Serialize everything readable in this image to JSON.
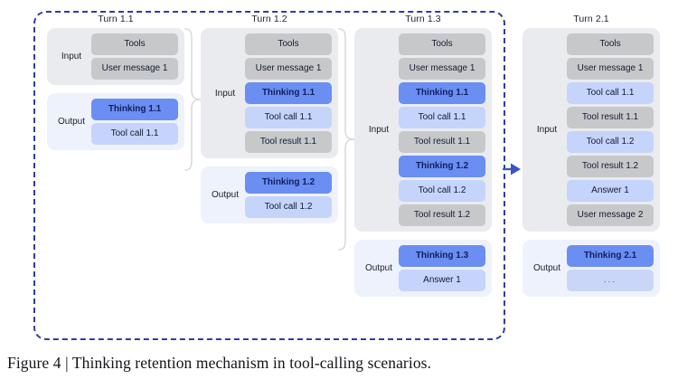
{
  "figure": {
    "caption": "Figure 4 | Thinking retention mechanism in tool-calling scenarios.",
    "session_boundary": {
      "style": "dashed",
      "color": "#2b3e9e"
    },
    "colors": {
      "tool_chip": "#c6c8ca",
      "thinking_chip": "#6a8ef2",
      "call_chip": "#c5d4fb",
      "answer_chip": "#c5d4fb",
      "input_group_bg": "#e9ebef",
      "output_group_bg": "#eef2fd",
      "boundary": "#2b3e9e",
      "brace": "#d8dade",
      "arrow": "#3b53c4",
      "text": "#141b33"
    }
  },
  "turns": [
    {
      "title": "Turn 1.1",
      "inside_boundary": true,
      "groups": [
        {
          "label": "Input",
          "kind": "input",
          "chips": [
            {
              "text": "Tools",
              "kind": "tool"
            },
            {
              "text": "User message 1",
              "kind": "tool"
            }
          ]
        },
        {
          "label": "Output",
          "kind": "output",
          "chips": [
            {
              "text": "Thinking 1.1",
              "kind": "thinking"
            },
            {
              "text": "Tool call 1.1",
              "kind": "call"
            }
          ]
        }
      ]
    },
    {
      "title": "Turn 1.2",
      "inside_boundary": true,
      "groups": [
        {
          "label": "Input",
          "kind": "input",
          "chips": [
            {
              "text": "Tools",
              "kind": "tool"
            },
            {
              "text": "User message 1",
              "kind": "tool"
            },
            {
              "text": "Thinking 1.1",
              "kind": "thinking"
            },
            {
              "text": "Tool call 1.1",
              "kind": "call"
            },
            {
              "text": "Tool result 1.1",
              "kind": "tool"
            }
          ]
        },
        {
          "label": "Output",
          "kind": "output",
          "chips": [
            {
              "text": "Thinking 1.2",
              "kind": "thinking"
            },
            {
              "text": "Tool call 1.2",
              "kind": "call"
            }
          ]
        }
      ]
    },
    {
      "title": "Turn 1.3",
      "inside_boundary": true,
      "groups": [
        {
          "label": "Input",
          "kind": "input",
          "chips": [
            {
              "text": "Tools",
              "kind": "tool"
            },
            {
              "text": "User message 1",
              "kind": "tool"
            },
            {
              "text": "Thinking 1.1",
              "kind": "thinking"
            },
            {
              "text": "Tool call 1.1",
              "kind": "call"
            },
            {
              "text": "Tool result 1.1",
              "kind": "tool"
            },
            {
              "text": "Thinking 1.2",
              "kind": "thinking"
            },
            {
              "text": "Tool call 1.2",
              "kind": "call"
            },
            {
              "text": "Tool result 1.2",
              "kind": "tool"
            }
          ]
        },
        {
          "label": "Output",
          "kind": "output",
          "chips": [
            {
              "text": "Thinking 1.3",
              "kind": "thinking"
            },
            {
              "text": "Answer 1",
              "kind": "answer"
            }
          ]
        }
      ]
    },
    {
      "title": "Turn 2.1",
      "inside_boundary": false,
      "groups": [
        {
          "label": "Input",
          "kind": "input",
          "chips": [
            {
              "text": "Tools",
              "kind": "tool"
            },
            {
              "text": "User message 1",
              "kind": "tool"
            },
            {
              "text": "Tool call 1.1",
              "kind": "call"
            },
            {
              "text": "Tool result 1.1",
              "kind": "tool"
            },
            {
              "text": "Tool call 1.2",
              "kind": "call"
            },
            {
              "text": "Tool result 1.2",
              "kind": "tool"
            },
            {
              "text": "Answer 1",
              "kind": "answer"
            },
            {
              "text": "User message 2",
              "kind": "tool"
            }
          ]
        },
        {
          "label": "Output",
          "kind": "output",
          "chips": [
            {
              "text": "Thinking 2.1",
              "kind": "thinking"
            },
            {
              "text": "...",
              "kind": "ellipsis"
            }
          ]
        }
      ]
    }
  ],
  "connectors": [
    {
      "name": "turn-1-1-to-1-2",
      "kind": "brace-arrow",
      "from": "Turn 1.1",
      "to": "Turn 1.2"
    },
    {
      "name": "turn-1-2-to-1-3",
      "kind": "brace-arrow",
      "from": "Turn 1.2",
      "to": "Turn 1.3"
    },
    {
      "name": "turn-1-3-to-2-1",
      "kind": "blue-arrow",
      "from": "Turn 1.3",
      "to": "Turn 2.1"
    }
  ]
}
